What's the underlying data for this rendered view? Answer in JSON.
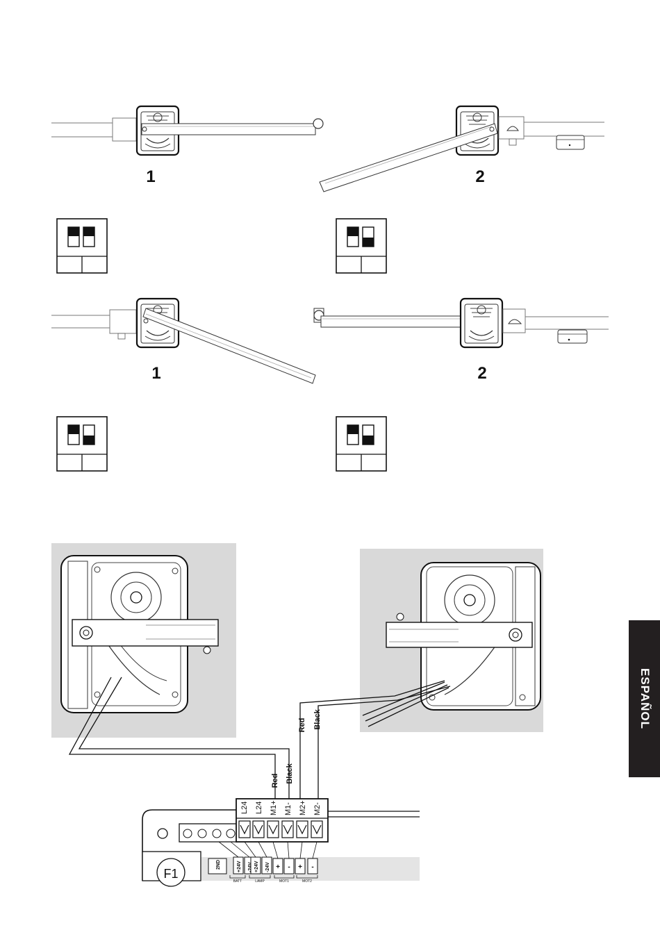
{
  "language_tab": "ESPAÑOL",
  "top_row": {
    "left_label": "1",
    "right_label": "2"
  },
  "second_row": {
    "left_label": "1",
    "right_label": "2"
  },
  "wiring": {
    "left_wire_labels": [
      "Red",
      "Black"
    ],
    "right_wire_labels": [
      "Red",
      "Black"
    ],
    "terminal_labels": [
      "L24",
      "L24",
      "M1+",
      "M1-",
      "M2+",
      "M2-"
    ],
    "board_labels": [
      "2ND",
      "+24V",
      "-24V",
      "+24V",
      "-24V",
      "+",
      "-",
      "+",
      "-"
    ],
    "group_labels": [
      "BATT",
      "LAMP",
      "MOT1",
      "MOT2"
    ],
    "fuse_label": "F1"
  }
}
